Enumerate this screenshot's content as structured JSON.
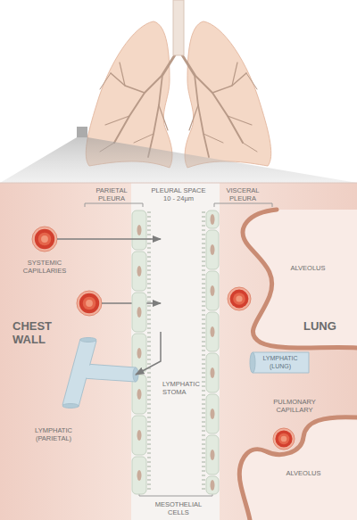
{
  "diagram": {
    "nodes": [
      {
        "text": [
          "PARIETAL PLEURA"
        ]
      },
      {
        "text": [
          "PLEURAL SPACE 10 - 24µm"
        ]
      },
      {
        "text": [
          "VISCERAL PLEURA"
        ]
      },
      {
        "text": [
          "SYSTEMIC CAPILLARIES"
        ]
      },
      {
        "text": [
          "LYMPHATIC (PARIETAL)"
        ]
      },
      {
        "text": [
          "LYMPHATIC (LUNG)"
        ]
      },
      {
        "text": [
          "PULMONARY CAPILLARY"
        ]
      }
    ],
    "edges": [
      {
        "from": 3,
        "to": 1,
        "arrow": "to"
      },
      {
        "from": 1,
        "to": 4,
        "arrow": "to"
      }
    ],
    "labels": [
      "ALVEOLUS",
      "CHEST WALL",
      "LUNG",
      "LYMPHATIC STOMA",
      "ALVEOLUS",
      "MESOTHELIAL CELLS"
    ]
  }
}
